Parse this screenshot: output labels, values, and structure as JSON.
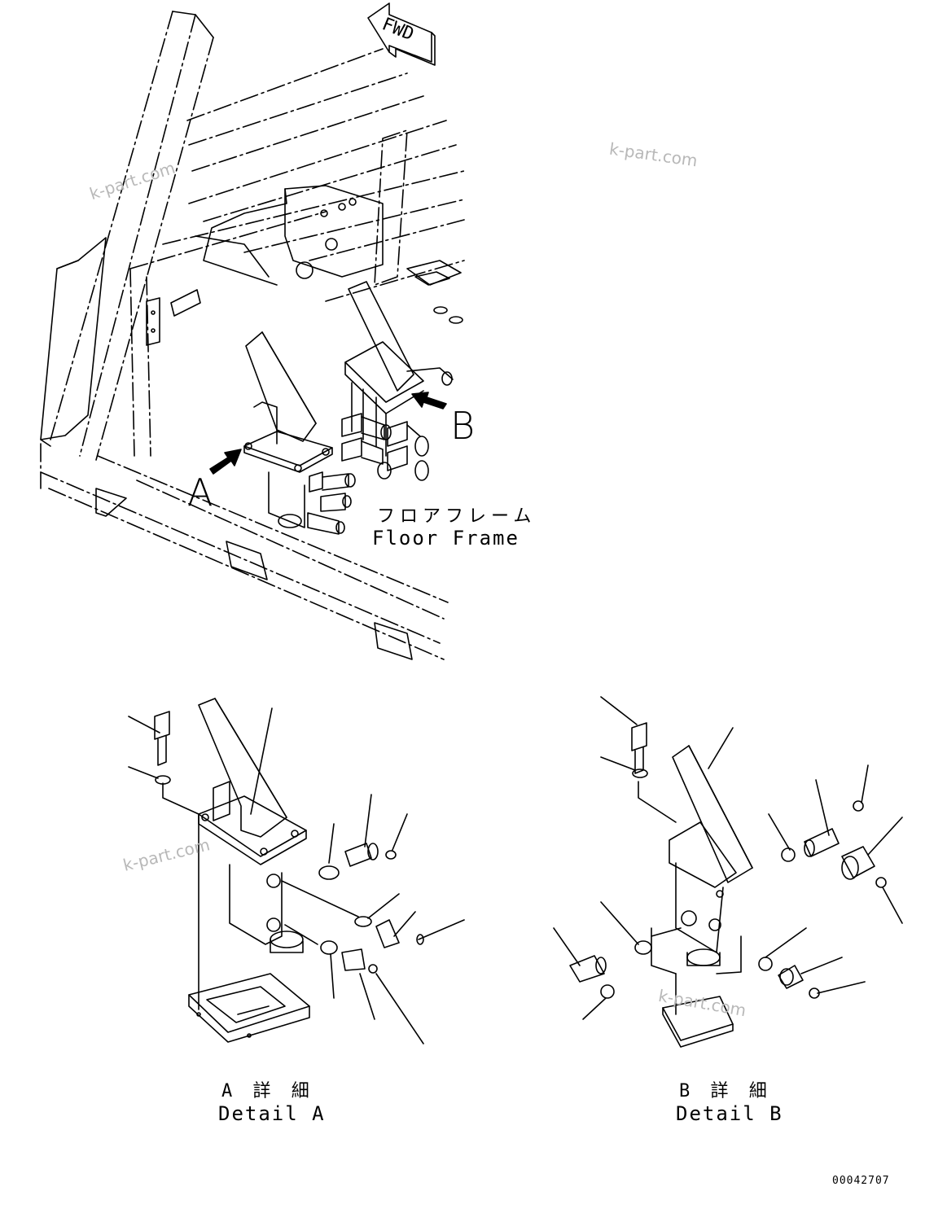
{
  "direction_marker": "FWD",
  "callouts": {
    "a": "A",
    "b": "B"
  },
  "floor_frame": {
    "jp": "フロアフレーム",
    "en": "Floor Frame"
  },
  "detail_a": {
    "jp": "A 詳 細",
    "en": "Detail A"
  },
  "detail_b": {
    "jp": "B 詳 細",
    "en": "Detail B"
  },
  "watermarks": [
    "k-part.com",
    "k-part.com",
    "k-part.com",
    "k-part.com"
  ],
  "figure_number": "00042707"
}
